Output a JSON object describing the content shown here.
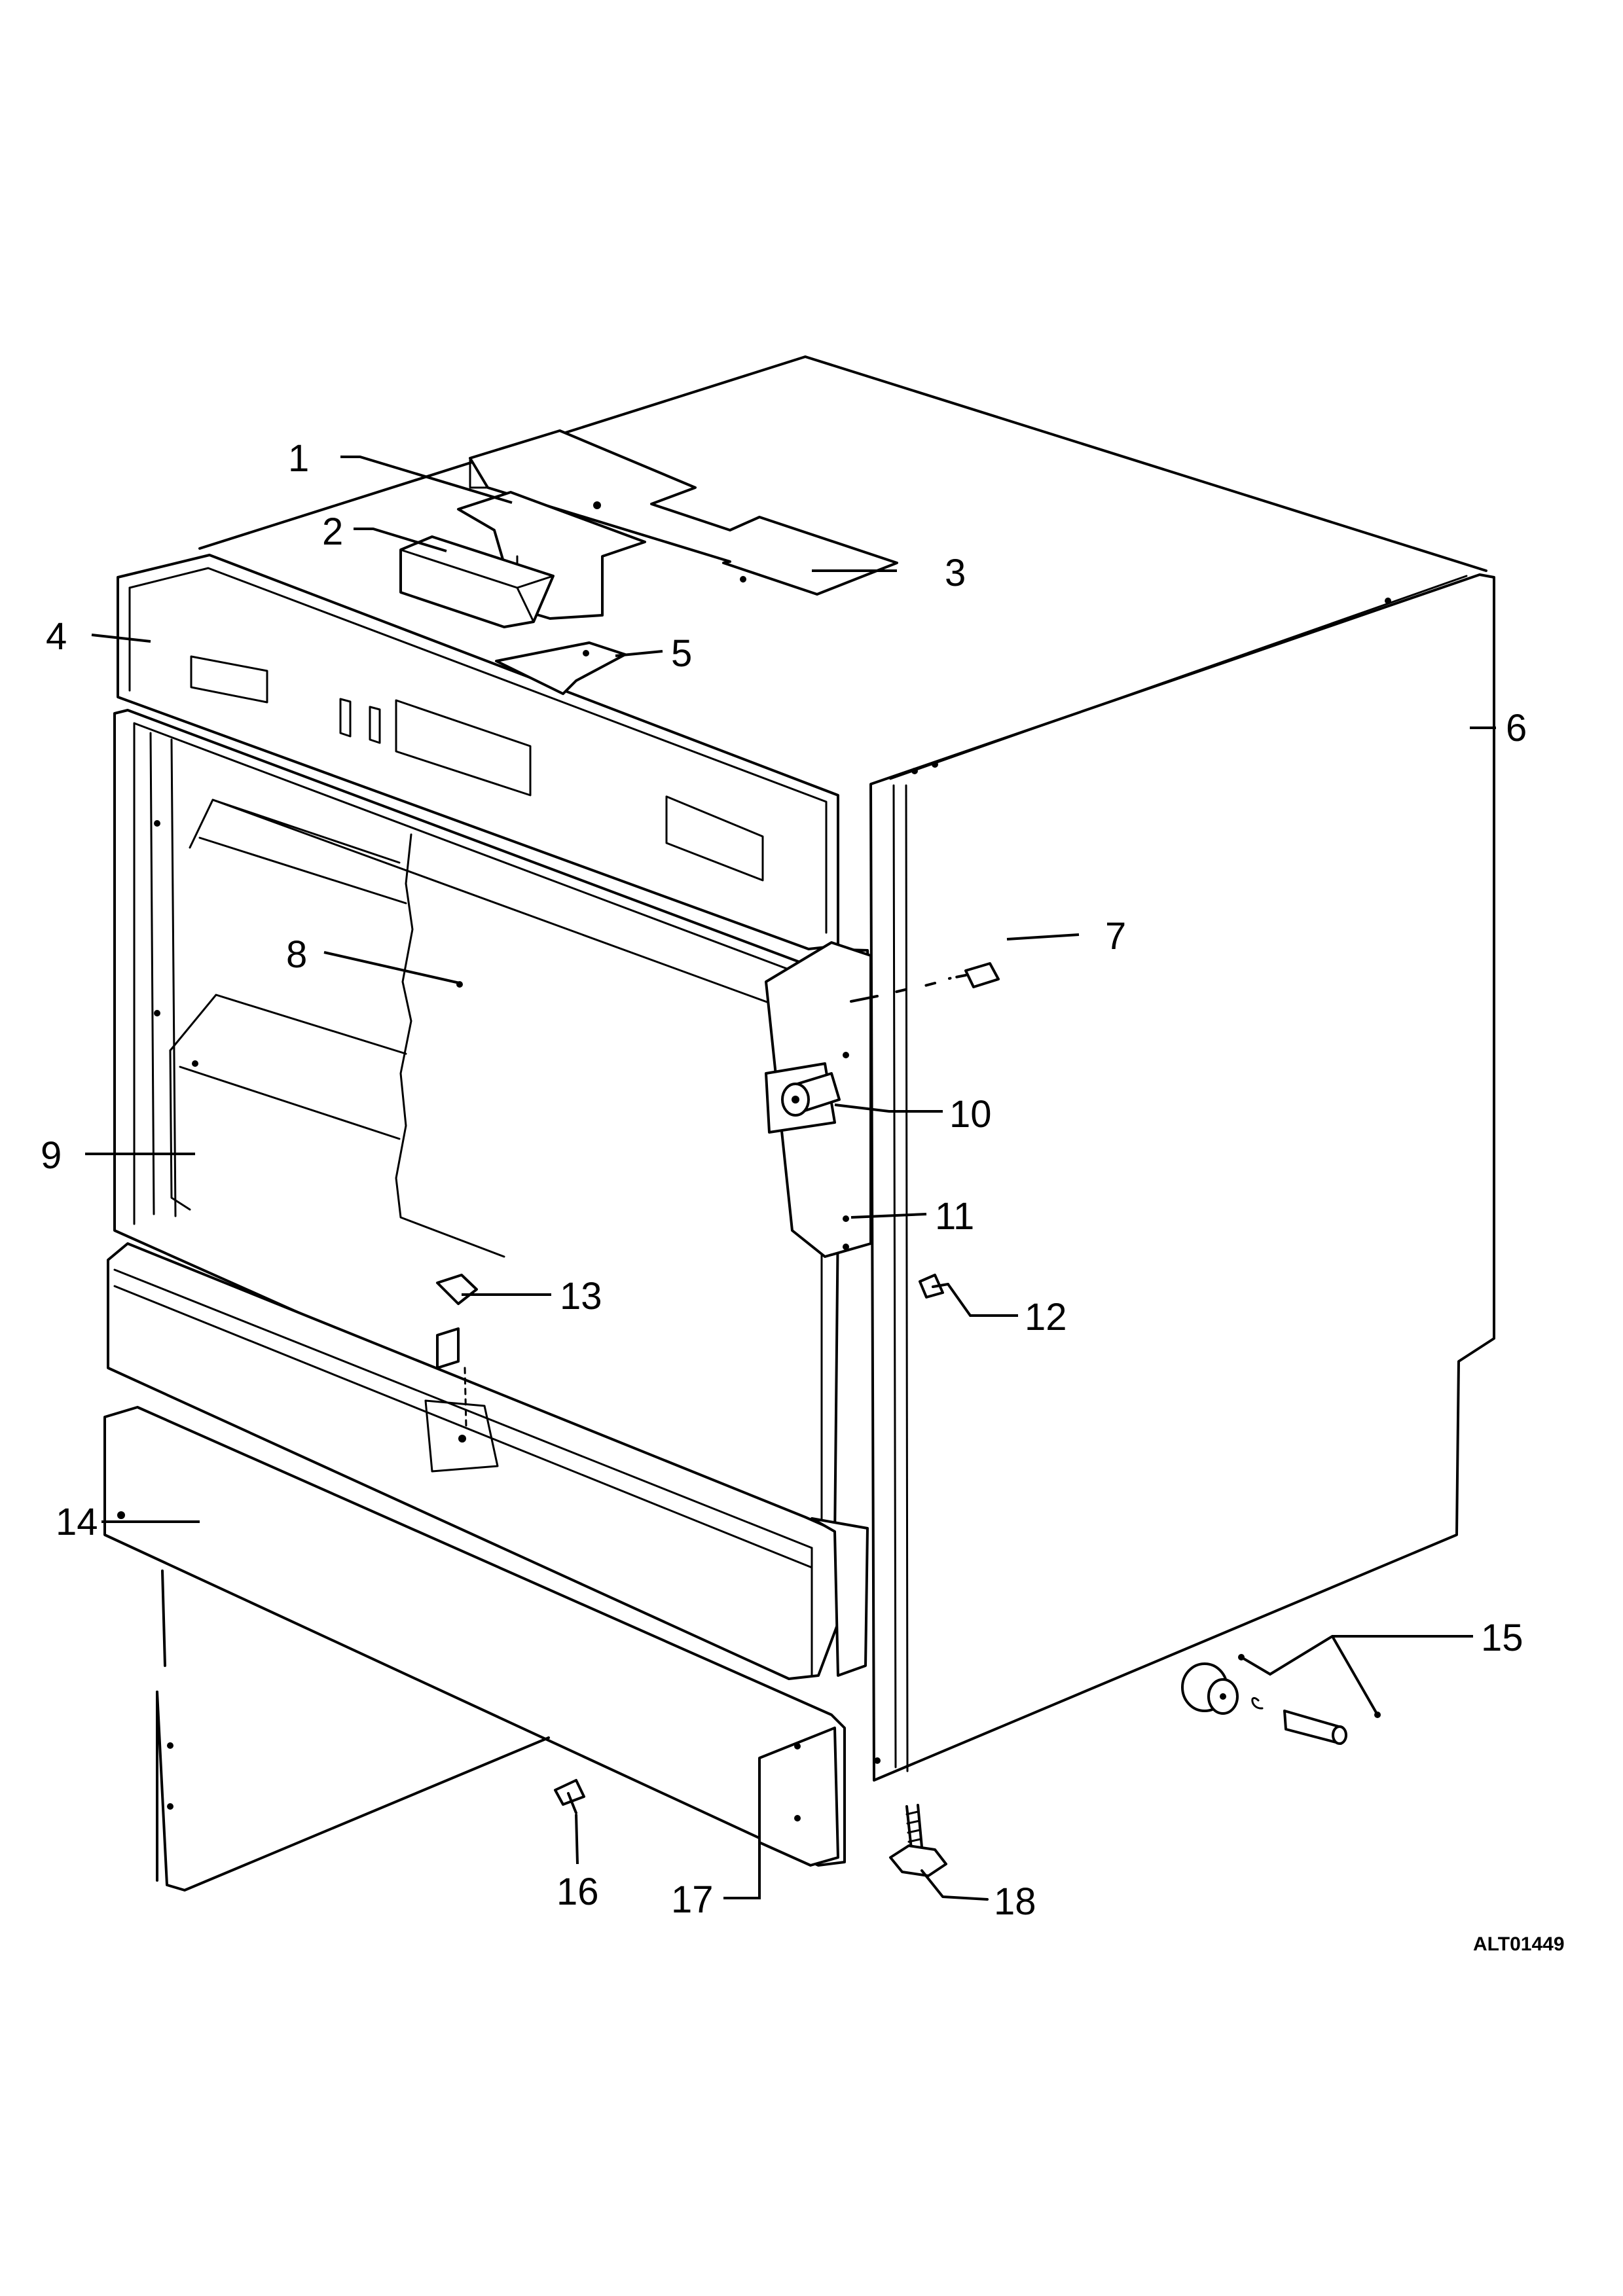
{
  "figure": {
    "reference_code": "ALT01449",
    "callouts": [
      "1",
      "2",
      "3",
      "4",
      "5",
      "6",
      "7",
      "8",
      "9",
      "10",
      "11",
      "12",
      "13",
      "14",
      "15",
      "16",
      "17",
      "18"
    ]
  },
  "parts": [
    {
      "number": "1",
      "icon": "mounting-bracket-small"
    },
    {
      "number": "2",
      "icon": "control-knob-housing"
    },
    {
      "number": "3",
      "icon": "top-mounting-bracket"
    },
    {
      "number": "4",
      "icon": "control-panel"
    },
    {
      "number": "5",
      "icon": "panel-clip"
    },
    {
      "number": "6",
      "icon": "cabinet-shell"
    },
    {
      "number": "7",
      "icon": "hinge-screw"
    },
    {
      "number": "8",
      "icon": "inner-door-panel"
    },
    {
      "number": "9",
      "icon": "door-insulation"
    },
    {
      "number": "10",
      "icon": "door-hinge-pin"
    },
    {
      "number": "11",
      "icon": "door-side-trim"
    },
    {
      "number": "12",
      "icon": "screw"
    },
    {
      "number": "13",
      "icon": "door-latch"
    },
    {
      "number": "14",
      "icon": "toe-kick-frame"
    },
    {
      "number": "15",
      "icon": "wheel-and-axle-kit"
    },
    {
      "number": "16",
      "icon": "screw"
    },
    {
      "number": "17",
      "icon": "kick-plate"
    },
    {
      "number": "18",
      "icon": "leveling-foot"
    }
  ]
}
